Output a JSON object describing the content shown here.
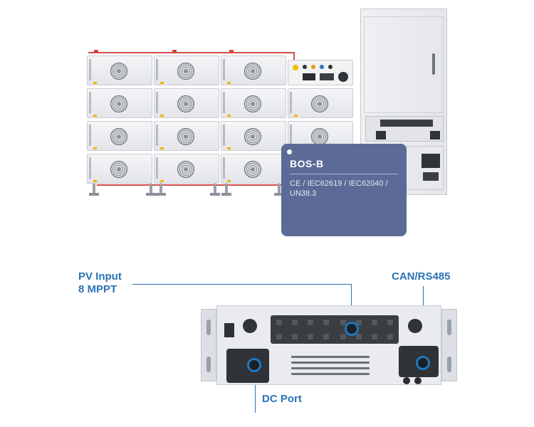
{
  "card": {
    "title": "BOS-B",
    "spec_line1": "CE / IEC62619 / IEC62040 /",
    "spec_line2": "UN38.3"
  },
  "callouts": {
    "pv_line1": "PV Input",
    "pv_line2": "8 MPPT",
    "can": "CAN/RS485",
    "dc": "DC Port"
  },
  "colors": {
    "card_bg": "#5b6a96",
    "callout": "#2c73b4",
    "cable": "#d24a4a"
  },
  "icons": [
    "fan-icon",
    "port-icon",
    "switch-knob-icon"
  ]
}
